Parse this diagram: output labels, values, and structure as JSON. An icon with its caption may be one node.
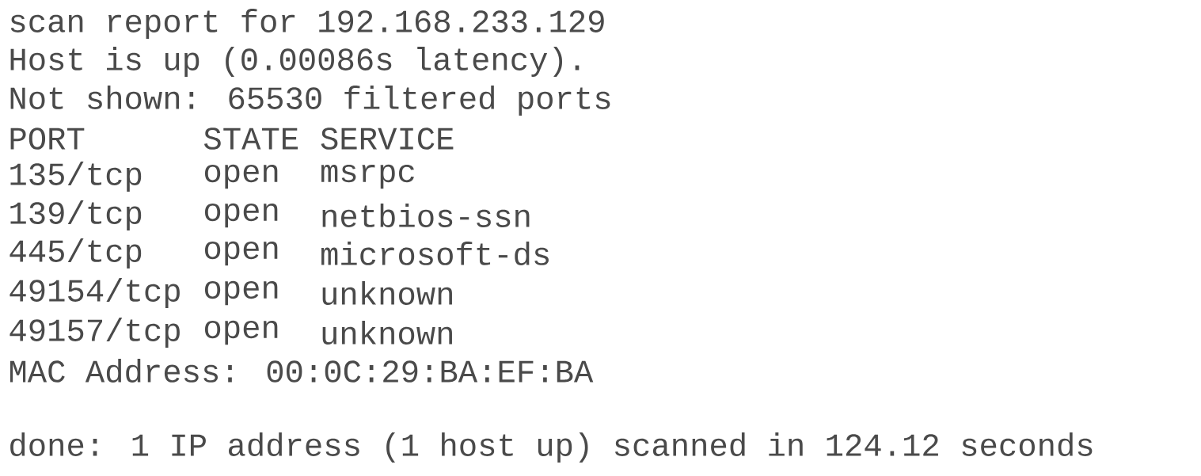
{
  "diagram": {
    "labels": [
      "scan report for 192.168.233.129",
      "Host is up (0.00086s latency).",
      "Not shown: 65530 filtered ports",
      "PORT",
      "STATE",
      "SERVICE",
      "135/tcp",
      "open",
      "msrpc",
      "139/tcp",
      "open",
      "netbios-ssn",
      "445/tcp",
      "open",
      "microsoft-ds",
      "49154/tcp",
      "open",
      "unknown",
      "49157/tcp",
      "open",
      "unknown",
      "MAC Address: 00:0C:29:BA:EF:BA",
      "done: 1 IP address (1 host up) scanned in 124.12 seconds"
    ]
  }
}
